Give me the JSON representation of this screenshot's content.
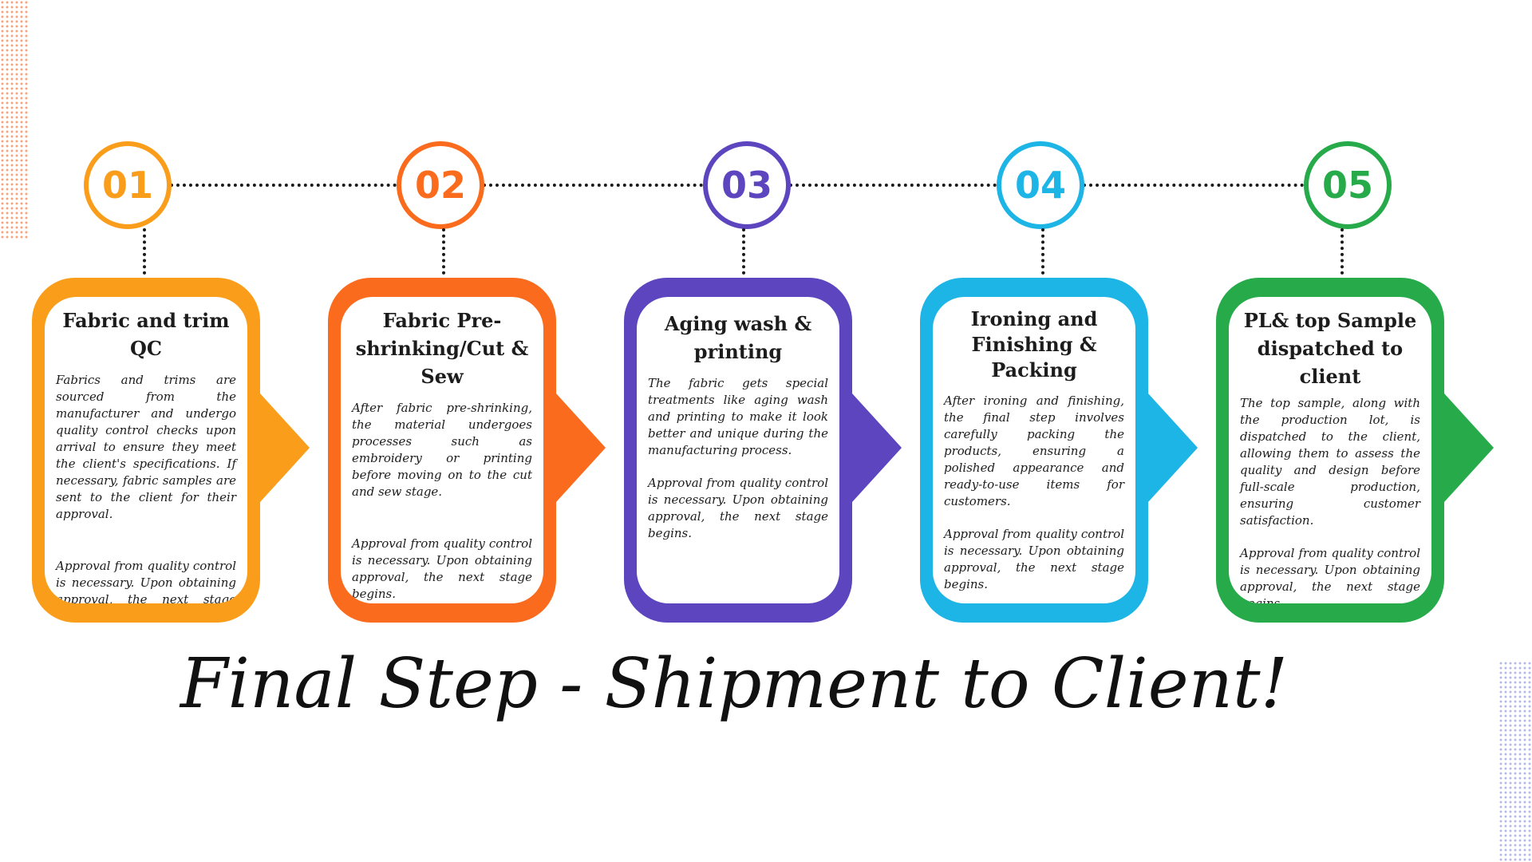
{
  "colors": {
    "step1": "#f99d1b",
    "step2": "#fb6b1e",
    "step3": "#5c45bf",
    "step4": "#1db4e6",
    "step5": "#27ab4a"
  },
  "steps": [
    {
      "number": "01",
      "title": "Fabric and trim QC",
      "description": "Fabrics and trims are sourced from the manufacturer and undergo quality control checks upon arrival to ensure they meet the client's specifications. If necessary, fabric samples are sent to the client for their approval.",
      "approval": "Approval from quality control is necessary. Upon obtaining approval, the next stage begins."
    },
    {
      "number": "02",
      "title": "Fabric Pre-shrinking/Cut & Sew",
      "description": "After fabric pre-shrinking, the material undergoes processes such as embroidery or printing before moving on to the cut and sew stage.",
      "approval": "Approval from quality control is necessary. Upon obtaining approval, the next stage begins."
    },
    {
      "number": "03",
      "title": "Aging wash & printing",
      "description": "The fabric gets special treatments like aging wash and printing to make it look better and unique during the manufacturing process.",
      "approval": "Approval from quality control is necessary. Upon obtaining approval, the next stage begins."
    },
    {
      "number": "04",
      "title": "Ironing and Finishing & Packing",
      "description": "After ironing and finishing, the final step involves carefully packing the products, ensuring a polished appearance and ready-to-use items for customers.",
      "approval": "Approval from quality control is necessary. Upon obtaining approval, the next stage begins."
    },
    {
      "number": "05",
      "title": "PL& top Sample dispatched to client",
      "description": "The top sample, along with the production lot, is dispatched to the client, allowing them to assess the quality and design before full-scale production, ensuring customer satisfaction.",
      "approval": "Approval from quality control is necessary. Upon obtaining approval, the next stage begins."
    }
  ],
  "final_text": "Final Step - Shipment to Client!"
}
